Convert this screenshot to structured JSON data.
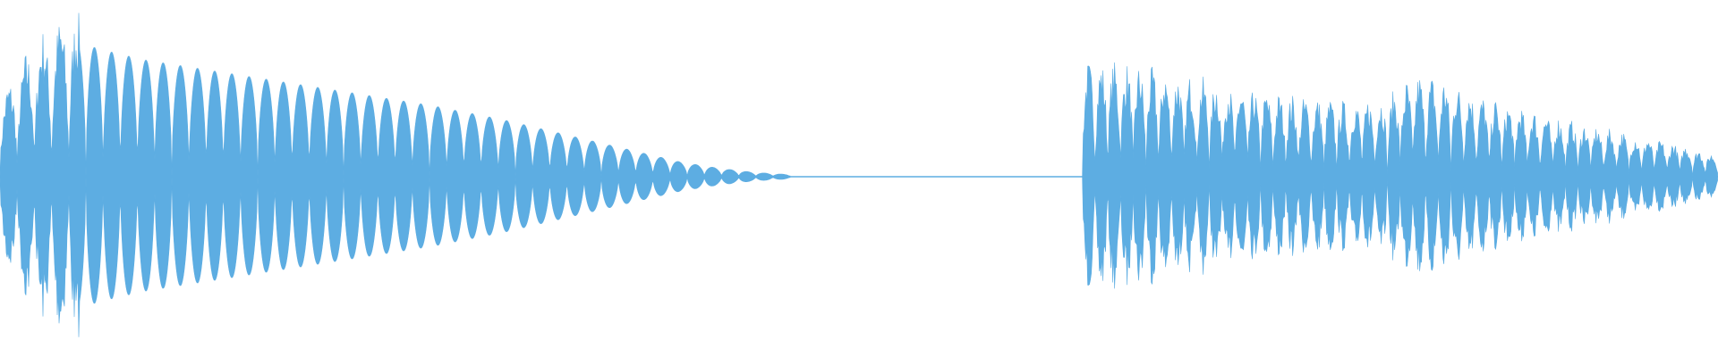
{
  "waveform": {
    "color": "#5DADE2",
    "background": "#ffffff",
    "segments": [
      {
        "name": "first-burst",
        "sound": true,
        "start": 0.0,
        "end": 0.46,
        "oscillation_count": 46,
        "amplitude_profile": [
          0.45,
          0.8,
          0.95,
          0.88,
          0.82,
          0.78,
          0.74,
          0.7,
          0.66,
          0.62,
          0.58,
          0.54,
          0.5,
          0.45,
          0.4,
          0.34,
          0.28,
          0.22,
          0.16,
          0.1,
          0.06,
          0.03,
          0.015
        ]
      },
      {
        "name": "silence",
        "sound": false,
        "start": 0.46,
        "end": 0.63
      },
      {
        "name": "second-burst",
        "sound": true,
        "start": 0.63,
        "end": 1.0,
        "oscillation_count": 50,
        "amplitude_profile": [
          0.65,
          0.65,
          0.62,
          0.58,
          0.55,
          0.5,
          0.47,
          0.45,
          0.43,
          0.45,
          0.58,
          0.55,
          0.45,
          0.4,
          0.35,
          0.3,
          0.26,
          0.22,
          0.18,
          0.12
        ]
      }
    ]
  }
}
